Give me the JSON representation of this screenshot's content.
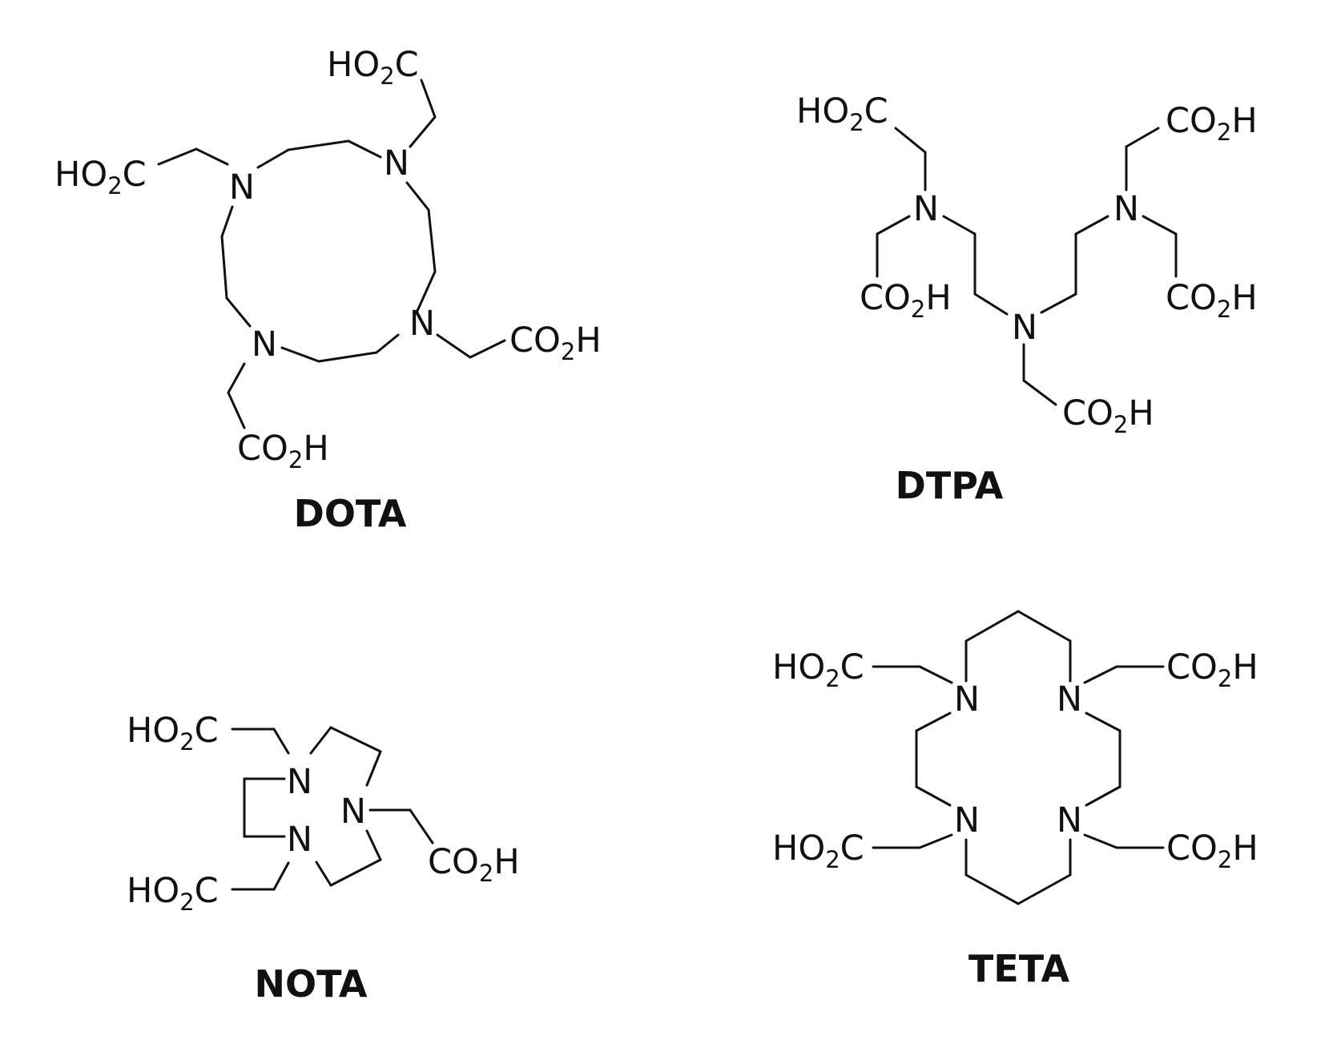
{
  "molecules": [
    {
      "id": "dota",
      "name": "DOTA"
    },
    {
      "id": "dtpa",
      "name": "DTPA"
    },
    {
      "id": "nota",
      "name": "NOTA"
    },
    {
      "id": "teta",
      "name": "TETA"
    }
  ],
  "atoms": {
    "nitrogen": "N",
    "acid_left": {
      "pre": "HO",
      "sub": "2",
      "post": "C"
    },
    "acid_right": {
      "pre": "CO",
      "sub": "2",
      "post": "H"
    }
  },
  "colors": {
    "ink": "#111111",
    "background": "#ffffff"
  }
}
